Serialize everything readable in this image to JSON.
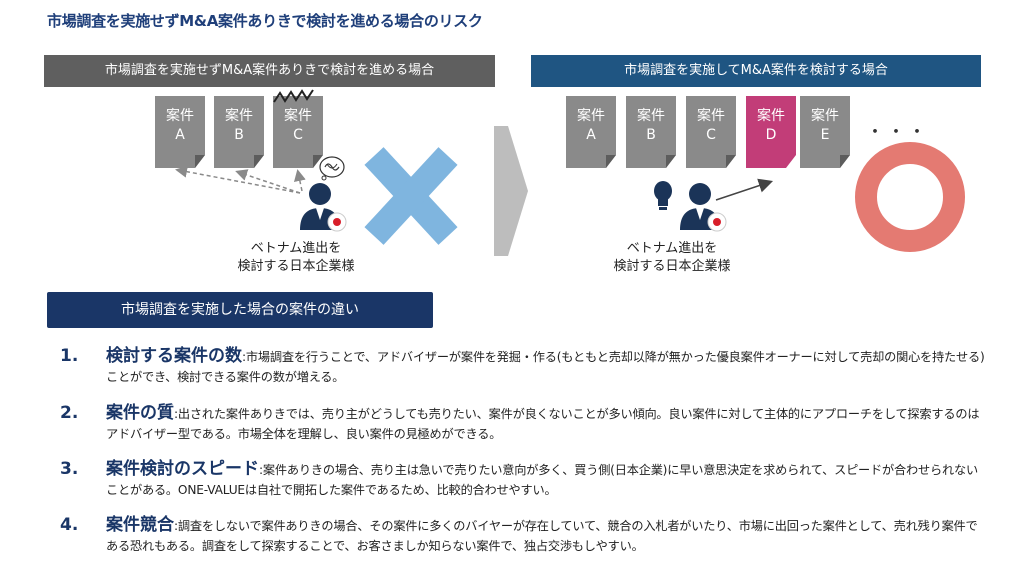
{
  "title": "市場調査を実施せずM&A案件ありきで検討を進める場合のリスク",
  "left_panel": {
    "header": "市場調査を実施せずM&A案件ありきで検討を進める場合",
    "cases": [
      {
        "line1": "案件",
        "line2": "A"
      },
      {
        "line1": "案件",
        "line2": "B"
      },
      {
        "line1": "案件",
        "line2": "C"
      }
    ],
    "persona_line1": "ベトナム進出を",
    "persona_line2": "検討する日本企業様"
  },
  "right_panel": {
    "header": "市場調査を実施してM&A案件を検討する場合",
    "cases": [
      {
        "line1": "案件",
        "line2": "A"
      },
      {
        "line1": "案件",
        "line2": "B"
      },
      {
        "line1": "案件",
        "line2": "C"
      },
      {
        "line1": "案件",
        "line2": "D"
      },
      {
        "line1": "案件",
        "line2": "E"
      }
    ],
    "ellipsis": "・・・",
    "persona_line1": "ベトナム進出を",
    "persona_line2": "検討する日本企業様"
  },
  "differences": {
    "header": "市場調査を実施した場合の案件の違い",
    "items": [
      {
        "number": "1.",
        "title": "検討する案件の数",
        "text": ":市場調査を行うことで、アドバイザーが案件を発掘・作る(もともと売却以降が無かった優良案件オーナーに対して売却の関心を持たせる)ことができ、検討できる案件の数が増える。"
      },
      {
        "number": "2.",
        "title": "案件の質",
        "text": ":出された案件ありきでは、売り主がどうしても売りたい、案件が良くないことが多い傾向。良い案件に対して主体的にアプローチをして探索するのはアドバイザー型である。市場全体を理解し、良い案件の見極めができる。"
      },
      {
        "number": "3.",
        "title": "案件検討のスピード",
        "text": ":案件ありきの場合、売り主は急いで売りたい意向が多く、買う側(日本企業)に早い意思決定を求められて、スピードが合わせられないことがある。ONE-VALUEは自社で開拓した案件であるため、比較的合わせやすい。"
      },
      {
        "number": "4.",
        "title": "案件競合",
        "text": ":調査をしないで案件ありきの場合、その案件に多くのバイヤーが存在していて、競合の入札者がいたり、市場に出回った案件として、売れ残り案件である恐れもある。調査をして探索することで、お客さましか知らない案件で、独占交渉もしやすい。"
      }
    ]
  },
  "colors": {
    "title": "#1f3f7a",
    "left_header_bg": "#5f5f5f",
    "right_header_bg": "#1f5582",
    "case_gray": "#8a8a8a",
    "case_highlight": "#c23d78",
    "cross": "#7fb5df",
    "ring": "#e47a72",
    "navy": "#1a3667"
  }
}
